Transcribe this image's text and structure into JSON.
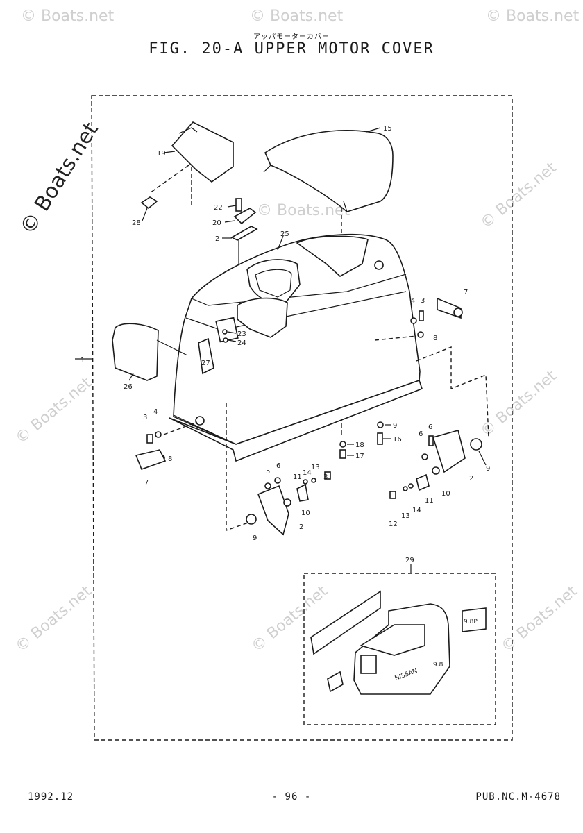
{
  "header": {
    "subtitle_jp": "アッパモーターカバー",
    "title": "FIG. 20-A UPPER MOTOR COVER"
  },
  "footer": {
    "date": "1992.12",
    "page": "- 96 -",
    "pub": "PUB.NC.M-4678"
  },
  "watermark": "© Boats.net",
  "inset": {
    "callout": "29",
    "decal_brand": "NISSAN",
    "decal_model": "9.8",
    "decal_hp": "9.8P"
  },
  "callouts": [
    "1",
    "2",
    "3",
    "4",
    "5",
    "6",
    "7",
    "8",
    "9",
    "10",
    "11",
    "12",
    "13",
    "14",
    "15",
    "16",
    "17",
    "18",
    "19",
    "20",
    "22",
    "23",
    "24",
    "25",
    "26",
    "27",
    "28"
  ]
}
